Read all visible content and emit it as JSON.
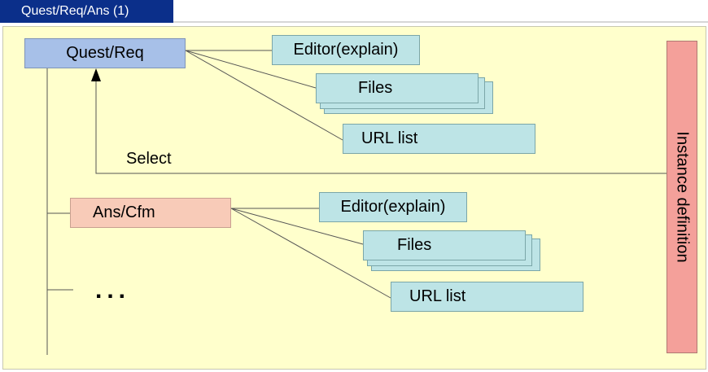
{
  "header": {
    "tab_title": "Quest/Req/Ans (1)"
  },
  "diagram": {
    "quest_node": "Quest/Req",
    "ans_node": "Ans/Cfm",
    "select_label": "Select",
    "instance_label": "Instance definition",
    "ellipsis": "...",
    "group1": {
      "editor": "Editor(explain)",
      "files": "Files",
      "url": "URL list"
    },
    "group2": {
      "editor": "Editor(explain)",
      "files": "Files",
      "url": "URL list"
    }
  }
}
